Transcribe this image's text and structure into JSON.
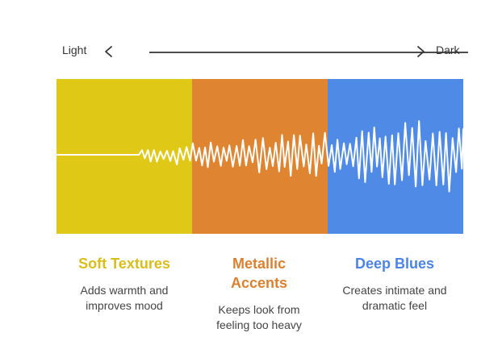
{
  "scale": {
    "left_label": "Light",
    "right_label": "Dark"
  },
  "colors": {
    "yellow": "#DFC816",
    "orange": "#DF8532",
    "blue": "#4E8AE6",
    "title_yellow": "#D9BD1A",
    "title_orange": "#DB8030",
    "title_blue": "#4B84E2",
    "axis": "#333333",
    "wave": "#ffffff"
  },
  "sections": [
    {
      "title": "Soft Textures",
      "description": "Adds warmth and improves mood"
    },
    {
      "title": "Metallic Accents",
      "description": "Keeps look from feeling too heavy"
    },
    {
      "title": "Deep Blues",
      "description": "Creates intimate and dramatic feel"
    }
  ]
}
